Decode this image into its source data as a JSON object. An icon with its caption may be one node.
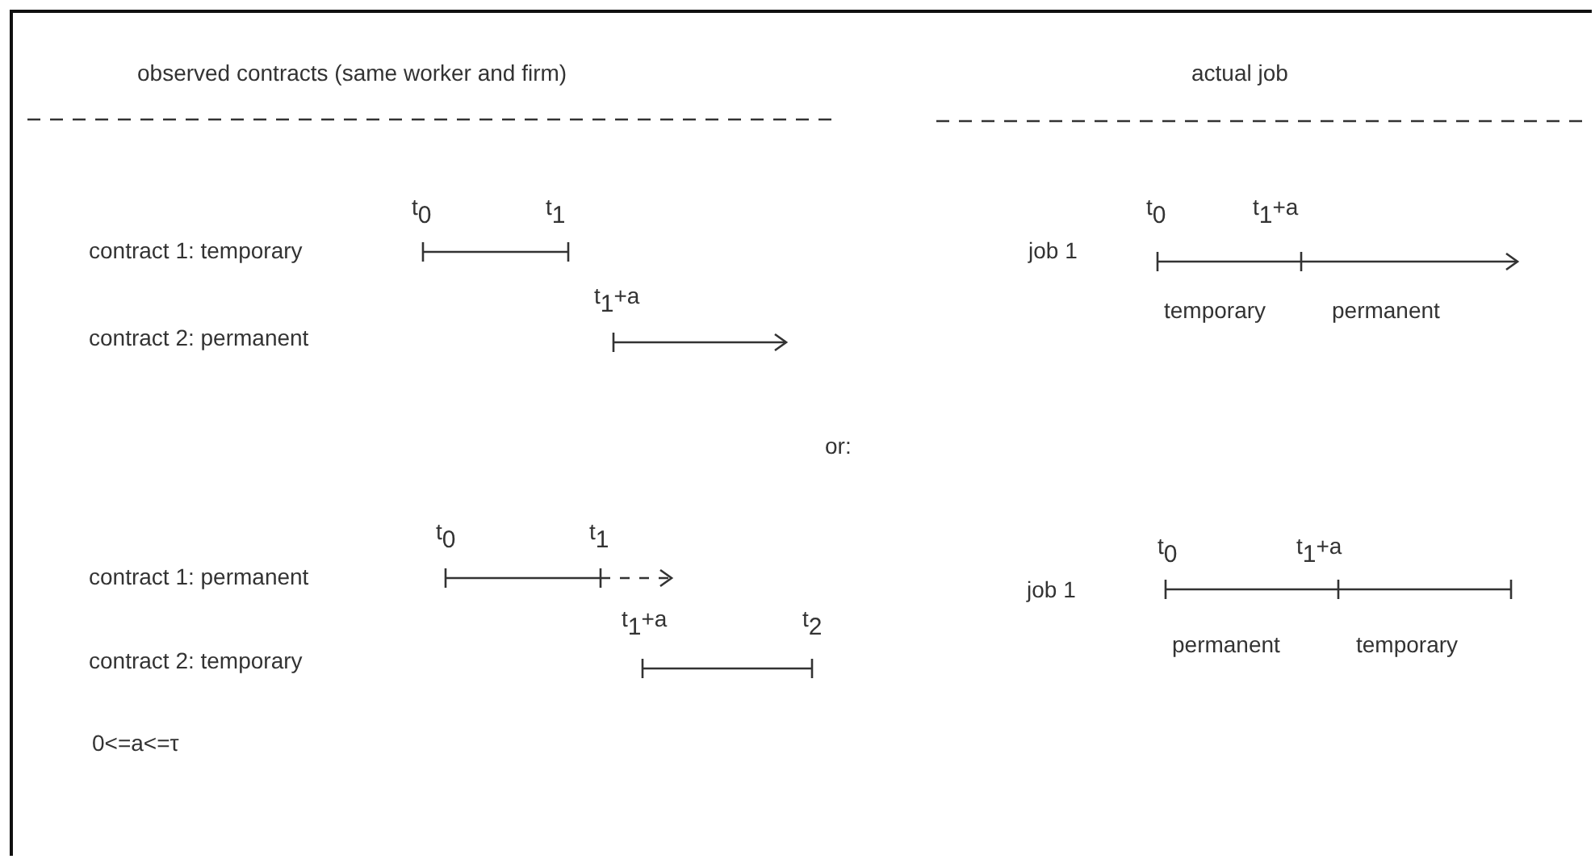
{
  "diagram": {
    "labels": [
      "observed contracts (same worker and firm)",
      "actual job",
      "t$_{0}$",
      "t$_{1}$",
      "contract 1: temporary",
      "t$_{0}$",
      "t$_{1}$+a",
      "job 1",
      "t$_{1}$+a",
      "contract 2: permanent",
      "temporary",
      "permanent",
      "or:",
      "t$_{0}$",
      "t$_{1}$",
      "contract 1: permanent",
      "t$_{0}$",
      "t$_{1}$+a",
      "job 1",
      "t$_{1}$+a",
      "t$_{2}$",
      "contract 2: temporary",
      "permanent",
      "temporary",
      "0<=a<=τ"
    ]
  }
}
